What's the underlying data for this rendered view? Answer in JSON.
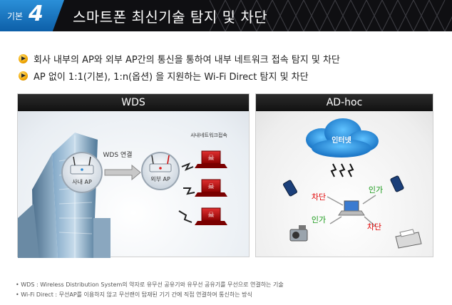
{
  "header": {
    "badge_label": "기본",
    "badge_number": "4",
    "title": "스마트폰 최신기술 탐지 및 차단"
  },
  "bullets": [
    "회사 내부의 AP와 외부 AP간의 통신을 통하여 내부 네트워크 접속 탐지 및 차단",
    "AP 없이 1:1(기본), 1:n(옵션) 을 지원하는 Wi-Fi Direct 탐지 및 차단"
  ],
  "wds": {
    "title": "WDS",
    "link_label": "WDS 연결",
    "internal_ap": "사내 AP",
    "external_ap": "외부 AP",
    "network_access_label": "사내네트워크접속"
  },
  "adhoc": {
    "title": "AD-hoc",
    "cloud_label": "인터넷",
    "block_label_1": "차단",
    "allow_label_1": "인가",
    "allow_label_2": "인가",
    "block_label_2": "차단"
  },
  "notes": [
    "• WDS : Wireless Distribution System의 약자로 유무선 공유기와 유무선 공유기를 무선으로 연결하는 기술",
    "• Wi-Fi Direct : 무선AP를 이용하지 않고 무선랜이 탑재된 기기 간에 직접 연결하여 통신하는 방식"
  ],
  "colors": {
    "header_bg": "#0f0f12",
    "badge_blue": "#1a7cc8",
    "block_red": "#e00000",
    "allow_green": "#1a9a1a"
  }
}
